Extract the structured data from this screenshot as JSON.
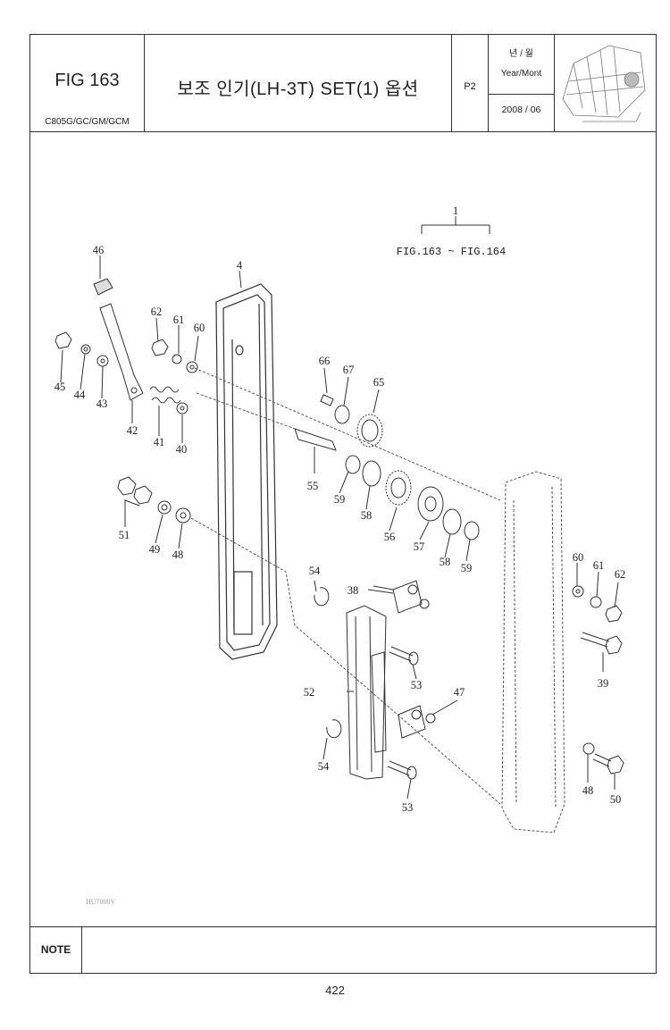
{
  "header": {
    "fig_label": "FIG 163",
    "model": "C805G/GC/GM/GCM",
    "title": "보조 인기(LH-3T) SET(1) 옵션",
    "page_code": "P2",
    "ym_korean": "년 / 월",
    "ym_label": "Year/Mont",
    "date": "2008 / 06"
  },
  "diagram": {
    "assembly_ref": "1",
    "fig_range": "FIG.163 ~ FIG.164",
    "watermark": "HU7000V",
    "part_labels": [
      "46",
      "4",
      "62",
      "61",
      "60",
      "45",
      "44",
      "43",
      "42",
      "41",
      "40",
      "66",
      "67",
      "65",
      "55",
      "59",
      "58",
      "56",
      "57",
      "58",
      "59",
      "51",
      "49",
      "48",
      "54",
      "38",
      "60",
      "61",
      "62",
      "39",
      "52",
      "53",
      "47",
      "54",
      "53",
      "48",
      "50"
    ]
  },
  "note": {
    "label": "NOTE",
    "text": ""
  },
  "footer": {
    "page_number": "422"
  }
}
